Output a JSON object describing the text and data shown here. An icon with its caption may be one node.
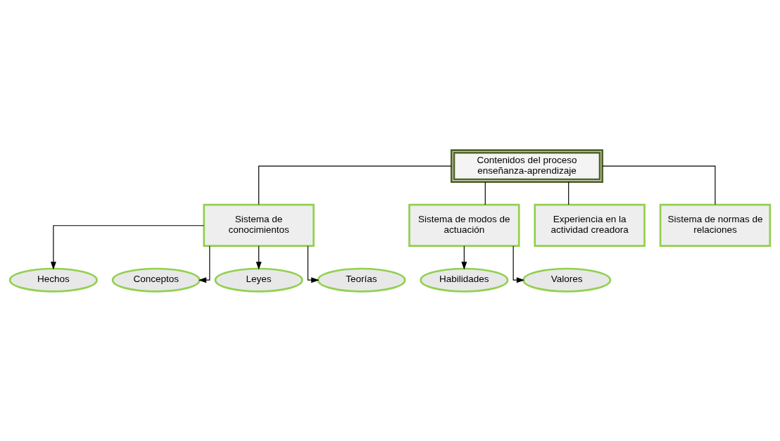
{
  "diagram": {
    "nodes": [
      {
        "text": [
          "Contenidos del proceso enseñanza-aprendizaje"
        ]
      },
      {
        "text": [
          "Sistema de conocimientos"
        ]
      },
      {
        "text": [
          "Sistema de modos de actuación"
        ]
      },
      {
        "text": [
          "Experiencia en la actividad creadora"
        ]
      },
      {
        "text": [
          "Sistema de normas de relaciones"
        ]
      },
      {
        "text": [
          "Hechos"
        ]
      },
      {
        "text": [
          "Conceptos"
        ]
      },
      {
        "text": [
          "Leyes"
        ]
      },
      {
        "text": [
          "Teorías"
        ]
      },
      {
        "text": [
          "Habilidades"
        ]
      },
      {
        "text": [
          "Valores"
        ]
      }
    ],
    "edges": [
      {
        "from": 0,
        "to": 1,
        "arrow": "none"
      },
      {
        "from": 0,
        "to": 2,
        "arrow": "none"
      },
      {
        "from": 0,
        "to": 3,
        "arrow": "none"
      },
      {
        "from": 0,
        "to": 4,
        "arrow": "none"
      },
      {
        "from": 1,
        "to": 5,
        "arrow": "to"
      },
      {
        "from": 1,
        "to": 6,
        "arrow": "to"
      },
      {
        "from": 1,
        "to": 7,
        "arrow": "to"
      },
      {
        "from": 1,
        "to": 8,
        "arrow": "to"
      },
      {
        "from": 2,
        "to": 9,
        "arrow": "to"
      },
      {
        "from": 2,
        "to": 10,
        "arrow": "to"
      }
    ]
  }
}
